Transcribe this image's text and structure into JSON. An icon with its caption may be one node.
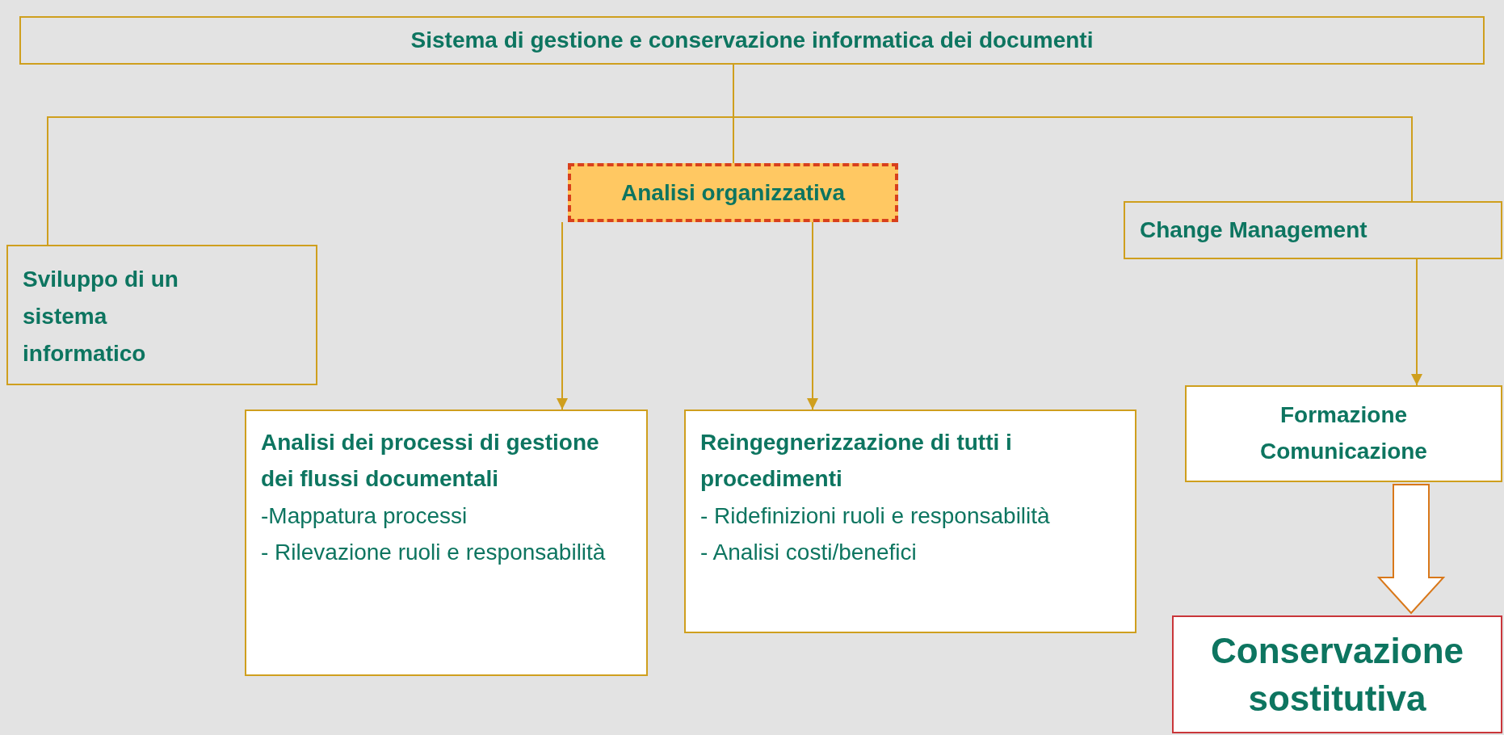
{
  "diagram": {
    "nodes": [
      {
        "text": [
          "Sistema di gestione e conservazione informatica dei documenti"
        ]
      },
      {
        "text": [
          "Sviluppo di un sistema informatico"
        ]
      },
      {
        "text": [
          "Analisi organizzativa"
        ]
      },
      {
        "text": [
          "Change Management"
        ]
      },
      {
        "text": [
          "Analisi dei processi di gestione dei flussi documentali",
          "-Mappatura processi",
          "- Rilevazione ruoli e responsabilità"
        ]
      },
      {
        "text": [
          "Reingegnerizzazione di tutti i procedimenti",
          "- Ridefinizioni ruoli e responsabilità",
          "- Analisi costi/benefici"
        ]
      },
      {
        "text": [
          "Formazione",
          "Comunicazione"
        ]
      },
      {
        "text": [
          "Conservazione sostitutiva"
        ]
      }
    ],
    "edges": [
      {
        "from": 0,
        "to": 1,
        "arrow": "none"
      },
      {
        "from": 0,
        "to": 2,
        "arrow": "none"
      },
      {
        "from": 0,
        "to": 3,
        "arrow": "none"
      },
      {
        "from": 2,
        "to": 4,
        "arrow": "to"
      },
      {
        "from": 2,
        "to": 5,
        "arrow": "to"
      },
      {
        "from": 3,
        "to": 6,
        "arrow": "to"
      },
      {
        "from": 6,
        "to": 7,
        "arrow": "to",
        "style": "thick",
        "color": "#d9781a"
      }
    ]
  }
}
